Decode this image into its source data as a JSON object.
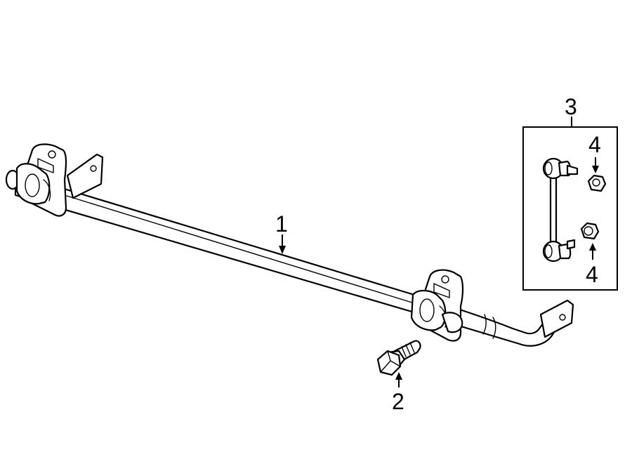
{
  "callouts": {
    "c1": "1",
    "c2": "2",
    "c3": "3",
    "c4a": "4",
    "c4b": "4"
  }
}
